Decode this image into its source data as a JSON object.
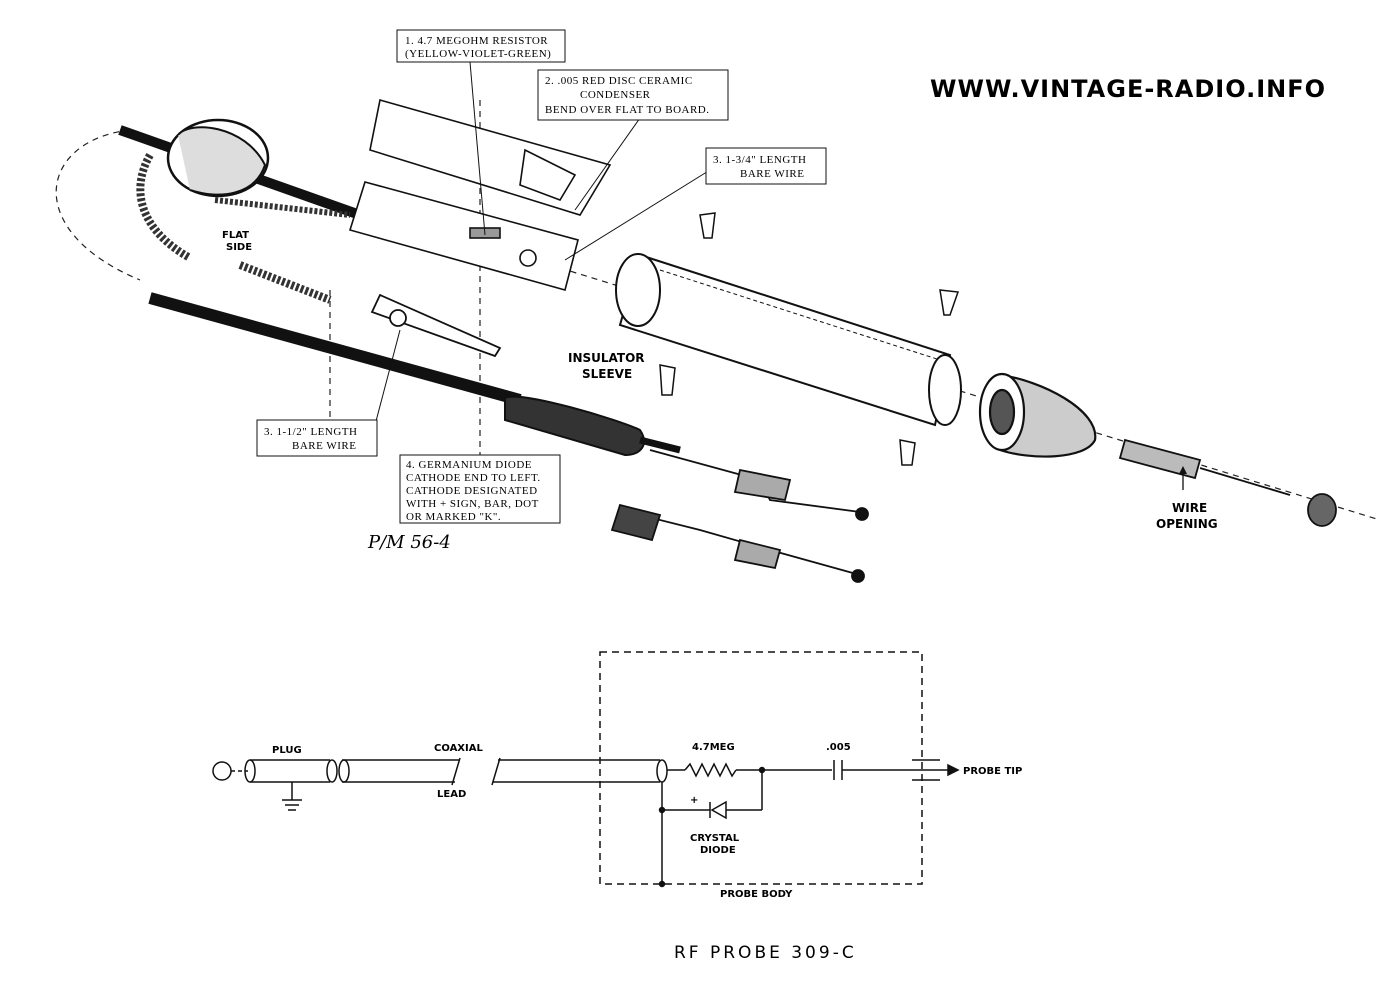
{
  "watermark": "WWW.VINTAGE-RADIO.INFO",
  "callouts": {
    "resistor": [
      "1.  4.7 MEGOHM RESISTOR",
      "(YELLOW-VIOLET-GREEN)"
    ],
    "capacitor": [
      "2.  .005 RED DISC CERAMIC",
      "CONDENSER",
      "BEND OVER FLAT TO BOARD."
    ],
    "wire_a": [
      "3.  1-3/4\" LENGTH",
      "BARE WIRE"
    ],
    "wire_b": [
      "3.  1-1/2\" LENGTH",
      "BARE WIRE"
    ],
    "diode": [
      "4.  GERMANIUM DIODE",
      "CATHODE END TO LEFT.",
      "CATHODE DESIGNATED",
      "WITH + SIGN, BAR, DOT",
      "OR MARKED \"K\"."
    ]
  },
  "part_labels": {
    "flat_side": [
      "FLAT",
      "SIDE"
    ],
    "insulator_sleeve": [
      "INSULATOR",
      "SLEEVE"
    ],
    "wire_opening": [
      "WIRE",
      "OPENING"
    ]
  },
  "handwriting": "P/M 56-4",
  "schematic": {
    "plug": "PLUG",
    "coaxial": "COAXIAL",
    "lead": "LEAD",
    "resistor": "4.7MEG",
    "capacitor": ".005",
    "probe_tip": "PROBE TIP",
    "diode_plus": "+",
    "diode_label": [
      "CRYSTAL",
      "DIODE"
    ],
    "probe_body": "PROBE BODY"
  },
  "title": "RF PROBE 309-C"
}
